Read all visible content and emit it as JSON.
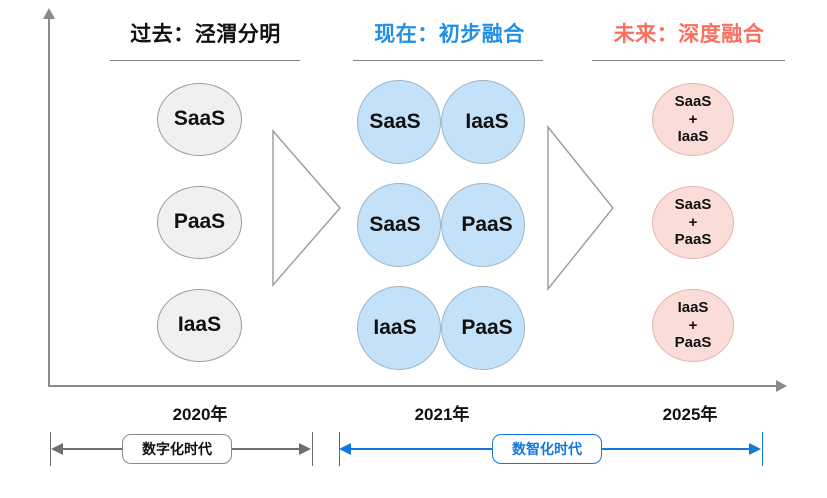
{
  "columns": [
    {
      "id": "past",
      "title": "过去：泾渭分明",
      "color": "#111111",
      "year": "2020年",
      "items": [
        {
          "label": "SaaS"
        },
        {
          "label": "PaaS"
        },
        {
          "label": "IaaS"
        }
      ]
    },
    {
      "id": "present",
      "title": "现在：初步融合",
      "color": "#1f8fe8",
      "year": "2021年",
      "pairs": [
        {
          "left": "SaaS",
          "right": "IaaS"
        },
        {
          "left": "SaaS",
          "right": "PaaS"
        },
        {
          "left": "IaaS",
          "right": "PaaS"
        }
      ]
    },
    {
      "id": "future",
      "title": "未来：深度融合",
      "color": "#fa6f5f",
      "year": "2025年",
      "items": [
        {
          "line1": "SaaS",
          "line2": "+",
          "line3": "IaaS"
        },
        {
          "line1": "SaaS",
          "line2": "+",
          "line3": "PaaS"
        },
        {
          "line1": "IaaS",
          "line2": "+",
          "line3": "PaaS"
        }
      ]
    }
  ],
  "eras": [
    {
      "id": "digital",
      "label": "数字化时代",
      "color": "#6f6f6f"
    },
    {
      "id": "intelligent",
      "label": "数智化时代",
      "color": "#1379e0"
    }
  ],
  "colors": {
    "axis": "#8a8a8a",
    "grey_circle_fill": "#f0f0f0",
    "grey_circle_stroke": "#9b9b9b",
    "blue_circle_fill": "#cfe5f7",
    "blue_circle_stroke": "#9fb6c8",
    "pink_circle_fill": "#fadcd9",
    "pink_circle_stroke": "#e6b4ae",
    "present_accent": "#1f8fe8",
    "future_accent": "#fa6f5f",
    "digital_era": "#6f6f6f",
    "intelligent_era": "#1379e0"
  }
}
